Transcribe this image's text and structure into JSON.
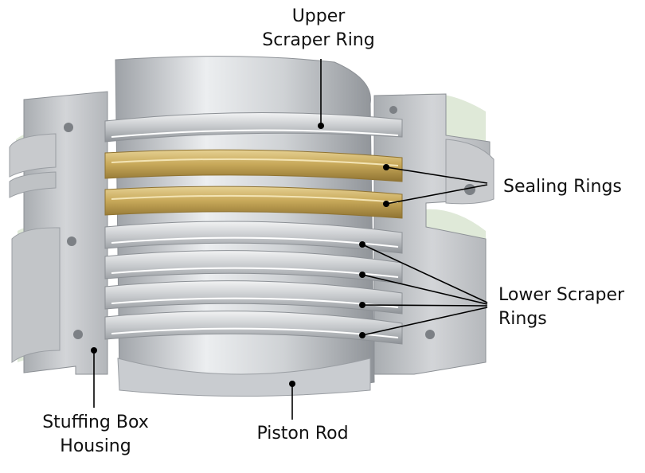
{
  "labels": {
    "upper_scraper": [
      "Upper",
      "Scraper Ring"
    ],
    "sealing": "Sealing Rings",
    "lower_scraper": [
      "Lower Scraper",
      "Rings"
    ],
    "housing": [
      "Stuffing Box",
      "Housing"
    ],
    "piston": "Piston Rod"
  },
  "colors": {
    "steel_light": "#d9dbde",
    "steel_mid": "#b5b8bc",
    "steel_dark": "#8d9196",
    "cut_face": "#c8cacd",
    "cavity": "#dfe9d8",
    "brass": "#c8a95a",
    "brass_dark": "#9c7f3a",
    "leader": "#000000"
  }
}
